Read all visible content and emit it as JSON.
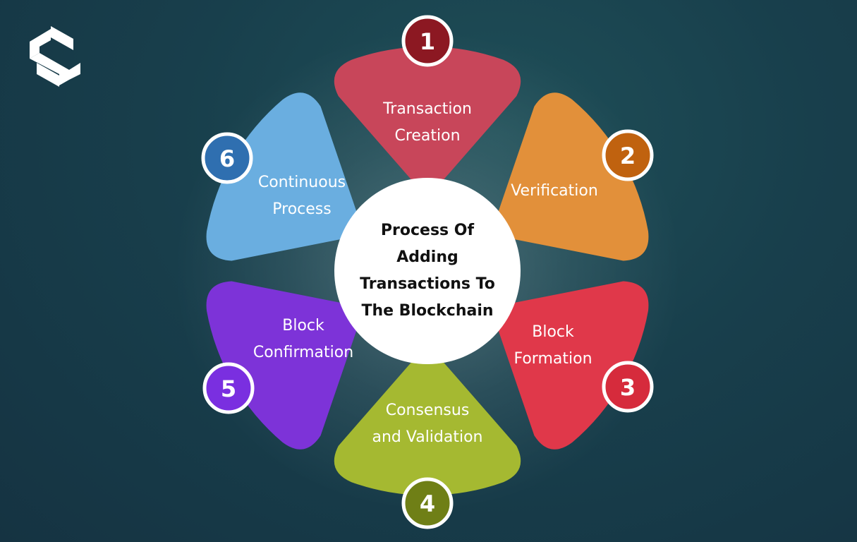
{
  "diagram": {
    "center_title": [
      "Process Of",
      "Adding",
      "Transactions To",
      "The Blockchain"
    ],
    "steps": [
      {
        "number": "1",
        "label": [
          "Transaction",
          "Creation"
        ],
        "color": "#c8465a",
        "badge_color": "#8c1822"
      },
      {
        "number": "2",
        "label": [
          "Verification"
        ],
        "color": "#e2903a",
        "badge_color": "#c0620f"
      },
      {
        "number": "3",
        "label": [
          "Block",
          "Formation"
        ],
        "color": "#e0384a",
        "badge_color": "#d62b3c"
      },
      {
        "number": "4",
        "label": [
          "Consensus",
          "and Validation"
        ],
        "color": "#a5b931",
        "badge_color": "#6f7f16"
      },
      {
        "number": "5",
        "label": [
          "Block",
          "Confirmation"
        ],
        "color": "#7d33d8",
        "badge_color": "#7a2fe0"
      },
      {
        "number": "6",
        "label": [
          "Continuous",
          "Process"
        ],
        "color": "#6aaee0",
        "badge_color": "#2f6fb0"
      }
    ]
  },
  "colors": {
    "center_fill": "#ffffff",
    "badge_border": "#ffffff",
    "logo": "#ffffff"
  }
}
